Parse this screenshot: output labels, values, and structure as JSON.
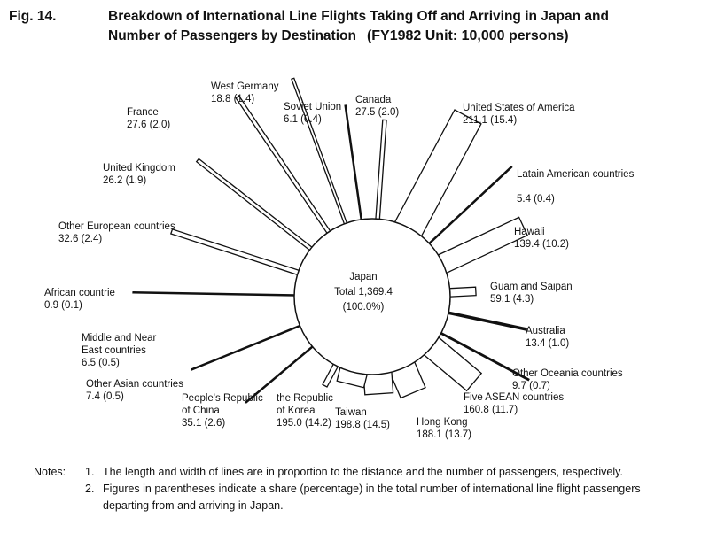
{
  "title": {
    "figure": "Fig. 14.",
    "line1": "Breakdown of International Line Flights Taking Off and Arriving in Japan and",
    "line2": "Number of Passengers by Destination",
    "unit": "(FY1982 Unit:  10,000 persons)"
  },
  "center": {
    "name": "Japan",
    "total": "Total  1,369.4",
    "share": "(100.0%)"
  },
  "destinations": [
    {
      "name": "West Germany",
      "value": "18.8 (1.4)"
    },
    {
      "name": "Soviet Union",
      "value": "6.1 (0.4)"
    },
    {
      "name": "Canada",
      "value": "27.5 (2.0)"
    },
    {
      "name": "United States of America",
      "value": "211.1 (15.4)"
    },
    {
      "name": "Latain American countries",
      "value": "5.4 (0.4)"
    },
    {
      "name": "Hawaii",
      "value": "139.4 (10.2)"
    },
    {
      "name": "Guam and Saipan",
      "value": "59.1 (4.3)"
    },
    {
      "name": "Australia",
      "value": "13.4 (1.0)"
    },
    {
      "name": "Other Oceania countries",
      "value": "9.7 (0.7)"
    },
    {
      "name": "Five ASEAN countries",
      "value": "160.8 (11.7)"
    },
    {
      "name": "Hong Kong",
      "value": "188.1 (13.7)"
    },
    {
      "name": "Taiwan",
      "value": "198.8 (14.5)"
    },
    {
      "name": "the Republic of Korea",
      "value": "195.0 (14.2)"
    },
    {
      "name": "People's Republic of China",
      "value": "35.1 (2.6)"
    },
    {
      "name": "Other Asian countries",
      "value": "7.4 (0.5)"
    },
    {
      "name": "Middle and Near East countries",
      "value": "6.5 (0.5)"
    },
    {
      "name": "African countrie",
      "value": "0.9 (0.1)"
    },
    {
      "name": "Other European countries",
      "value": "32.6 (2.4)"
    },
    {
      "name": "United Kingdom",
      "value": "26.2 (1.9)"
    },
    {
      "name": "France",
      "value": "27.6 (2.0)"
    }
  ],
  "notes": {
    "heading": "Notes:",
    "items": [
      {
        "num": "1.",
        "text": "The length and width of lines are in proportion to the distance and the number of passengers, respectively."
      },
      {
        "num": "2.",
        "text": "Figures in parentheses indicate a share (percentage) in the total number of international line flight passengers departing from and arriving in Japan."
      }
    ]
  }
}
